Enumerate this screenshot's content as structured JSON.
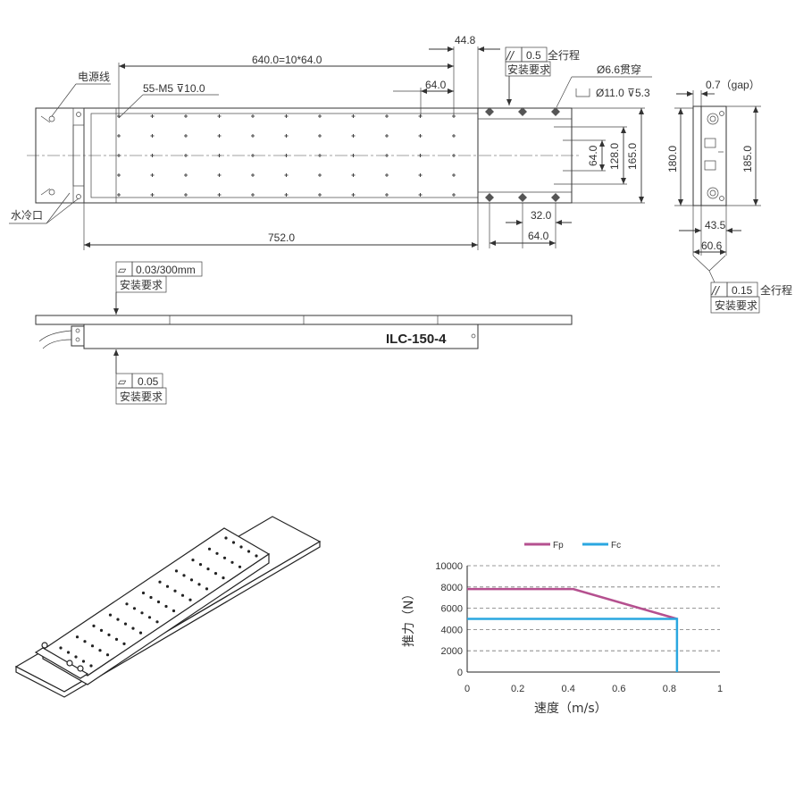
{
  "drawing": {
    "power_cable_label": "电源线",
    "water_cooling_label": "水冷口",
    "hole_spec": "55-M5",
    "hole_depth": "10.0",
    "hole_pitch_total": "640.0=10*64.0",
    "dim_44_8": "44.8",
    "dim_64_top": "64.0",
    "through_hole": "6.6贯穿",
    "counterbore": "11.0",
    "counterbore_depth": "5.3",
    "dim_64_v": "64.0",
    "dim_128": "128.0",
    "dim_165": "165.0",
    "dim_32": "32.0",
    "dim_64_bottom": "64.0",
    "dim_752": "752.0",
    "gap_label": "0.7（gap）",
    "dim_180": "180.0",
    "dim_185": "185.0",
    "dim_43_5": "43.5",
    "dim_60_6": "60.6",
    "model": "ILC-150-4",
    "tolerances": [
      {
        "symbol": "//",
        "value": "0.5",
        "extra": "全行程",
        "note": "安装要求"
      },
      {
        "symbol": "//",
        "value": "0.15",
        "extra": "全行程",
        "note": "安装要求"
      },
      {
        "symbol": "▱",
        "value": "0.03/300mm",
        "extra": "",
        "note": "安装要求"
      },
      {
        "symbol": "▱",
        "value": "0.05",
        "extra": "",
        "note": "安装要求"
      }
    ]
  },
  "chart_data": {
    "type": "line",
    "xlabel": "速度（m/s）",
    "ylabel": "推力（N）",
    "xlim": [
      0,
      1
    ],
    "ylim": [
      0,
      10000
    ],
    "x_ticks": [
      "0",
      "0.2",
      "0.4",
      "0.6",
      "0.8",
      "1"
    ],
    "y_ticks": [
      "0",
      "2000",
      "4000",
      "6000",
      "8000",
      "10000"
    ],
    "grid": "horizontal dashed",
    "legend_position": "top",
    "series": [
      {
        "name": "Fp",
        "color": "#b5508f",
        "x": [
          0,
          0.42,
          0.83
        ],
        "y": [
          7800,
          7800,
          5000
        ]
      },
      {
        "name": "Fc",
        "color": "#2aa7e0",
        "x": [
          0,
          0.83,
          0.83
        ],
        "y": [
          5000,
          5000,
          0
        ]
      }
    ]
  }
}
